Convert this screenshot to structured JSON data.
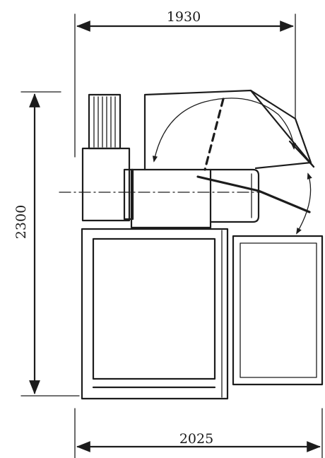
{
  "dimensions": {
    "top_width": "1930",
    "height": "2300",
    "bottom_width": "2025"
  },
  "colors": {
    "line": "#1c1c1c",
    "background": "#ffffff"
  }
}
